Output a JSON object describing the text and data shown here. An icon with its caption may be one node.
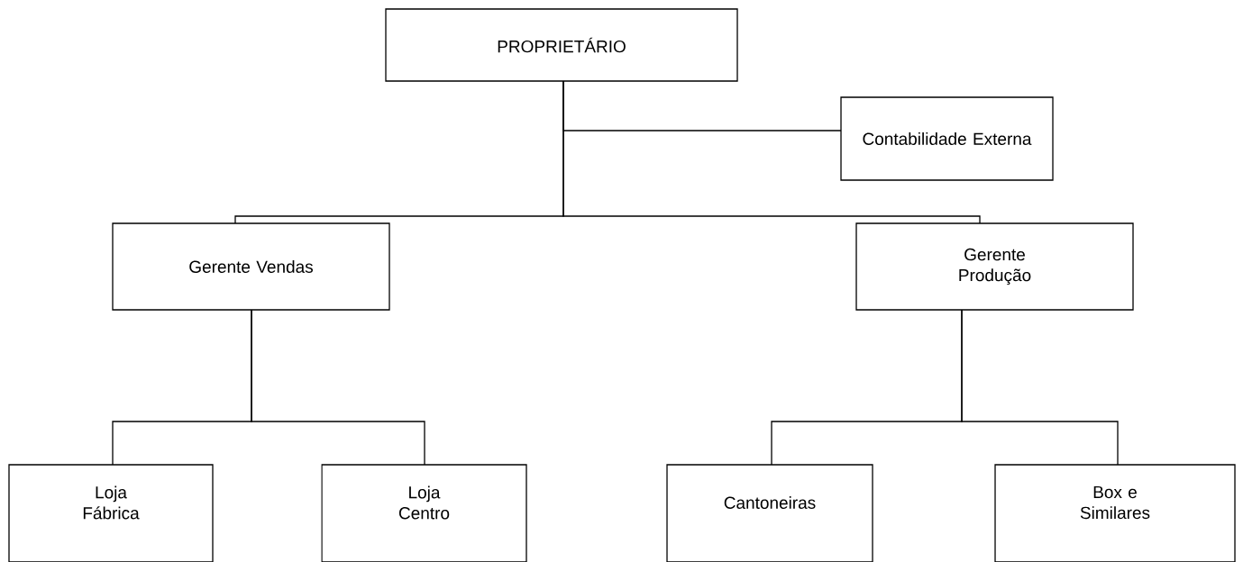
{
  "diagram": {
    "nodes": [
      {
        "text": [
          "PROPRIETÁRIO"
        ]
      },
      {
        "text": [
          "Contabilidade Externa"
        ]
      },
      {
        "text": [
          "Gerente Vendas"
        ]
      },
      {
        "text": [
          "Gerente Produção"
        ]
      },
      {
        "text": [
          "Loja Fábrica"
        ]
      },
      {
        "text": [
          "Loja Centro"
        ]
      },
      {
        "text": [
          "Cantoneiras"
        ]
      },
      {
        "text": [
          "Box e Similares"
        ]
      }
    ],
    "edges": [
      {
        "from": 0,
        "to": 1,
        "arrow": "none"
      },
      {
        "from": 0,
        "to": 2,
        "arrow": "none"
      },
      {
        "from": 0,
        "to": 3,
        "arrow": "none"
      },
      {
        "from": 2,
        "to": 4,
        "arrow": "none"
      },
      {
        "from": 2,
        "to": 5,
        "arrow": "none"
      },
      {
        "from": 3,
        "to": 6,
        "arrow": "none"
      },
      {
        "from": 3,
        "to": 7,
        "arrow": "none"
      }
    ]
  }
}
